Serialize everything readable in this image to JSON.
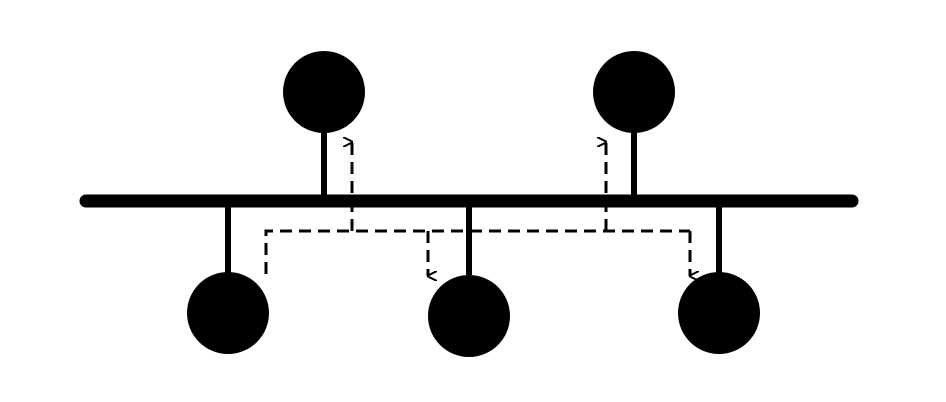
{
  "diagram": {
    "type": "bus-topology",
    "colors": {
      "background": "#ffffff",
      "ink": "#000000"
    },
    "bus": {
      "name": "shared-bus"
    },
    "nodes": [
      {
        "id": "node-top-left",
        "side": "top"
      },
      {
        "id": "node-top-right",
        "side": "top"
      },
      {
        "id": "node-bottom-left",
        "side": "bottom"
      },
      {
        "id": "node-bottom-middle",
        "side": "bottom"
      },
      {
        "id": "node-bottom-right",
        "side": "bottom"
      }
    ],
    "signal": {
      "source": "node-bottom-left",
      "receivers": [
        "node-top-left",
        "node-bottom-middle",
        "node-top-right",
        "node-bottom-right"
      ],
      "style": "dashed-arrows"
    }
  }
}
